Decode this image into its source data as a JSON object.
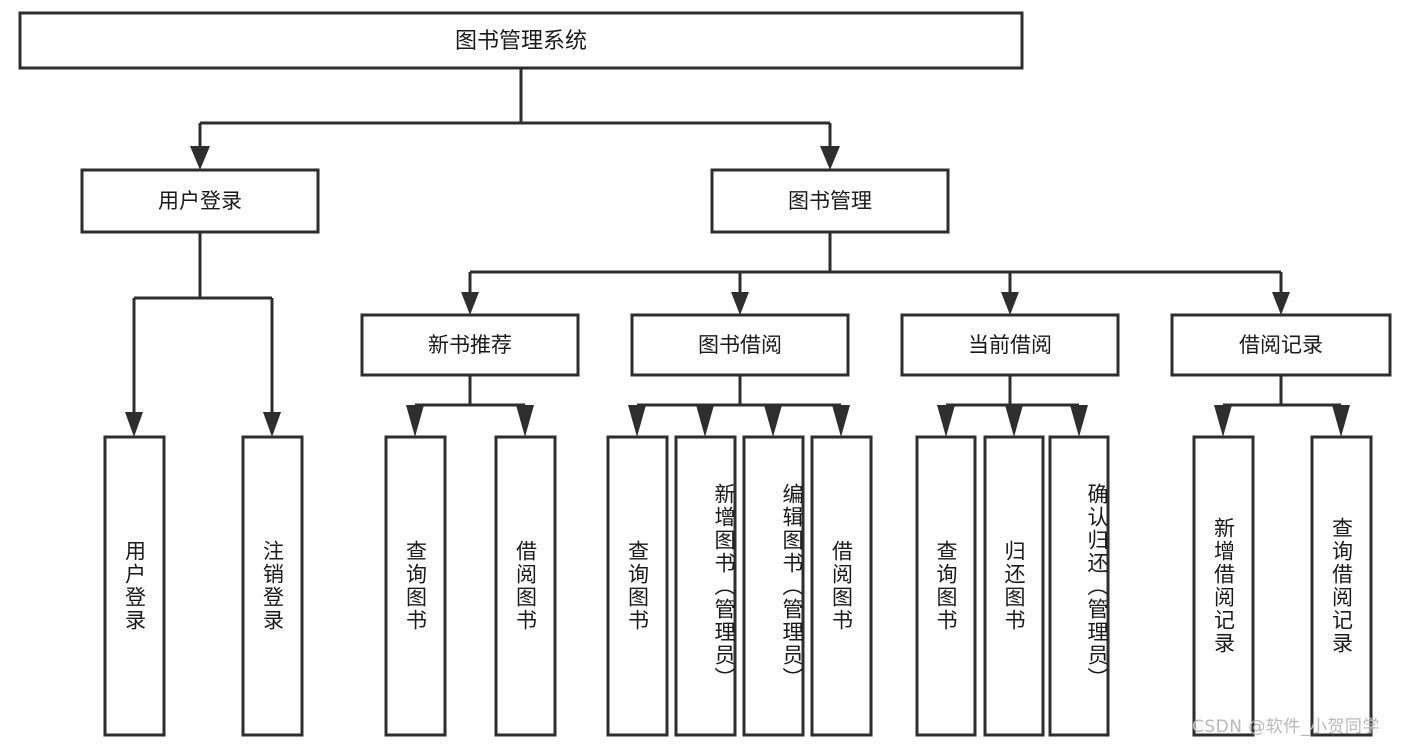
{
  "diagram": {
    "type": "tree-hierarchy",
    "title": "图书管理系统",
    "orientation": "top-down",
    "colors": {
      "stroke": "#2e2e2e",
      "fill": "#ffffff",
      "text": "#1a1a1a",
      "watermark": "#b9b9b9",
      "background": "#ffffff"
    },
    "root": {
      "label": "图书管理系统"
    },
    "level2": [
      {
        "label": "用户登录"
      },
      {
        "label": "图书管理"
      }
    ],
    "level3": [
      {
        "label": "新书推荐"
      },
      {
        "label": "图书借阅"
      },
      {
        "label": "当前借阅"
      },
      {
        "label": "借阅记录"
      }
    ],
    "leaves": {
      "user_login": [
        {
          "label": "用户登录"
        },
        {
          "label": "注销登录"
        }
      ],
      "new_book_recommend": [
        {
          "label": "查询图书"
        },
        {
          "label": "借阅图书"
        }
      ],
      "book_borrow": [
        {
          "label": "查询图书"
        },
        {
          "label": "新增图书（管理员）"
        },
        {
          "label": "编辑图书（管理员）"
        },
        {
          "label": "借阅图书"
        }
      ],
      "current_borrow": [
        {
          "label": "查询图书"
        },
        {
          "label": "归还图书"
        },
        {
          "label": "确认归还（管理员）"
        }
      ],
      "borrow_record": [
        {
          "label": "新增借阅记录"
        },
        {
          "label": "查询借阅记录"
        }
      ]
    }
  },
  "watermark": {
    "text": "CSDN @软件_小贺同学"
  }
}
